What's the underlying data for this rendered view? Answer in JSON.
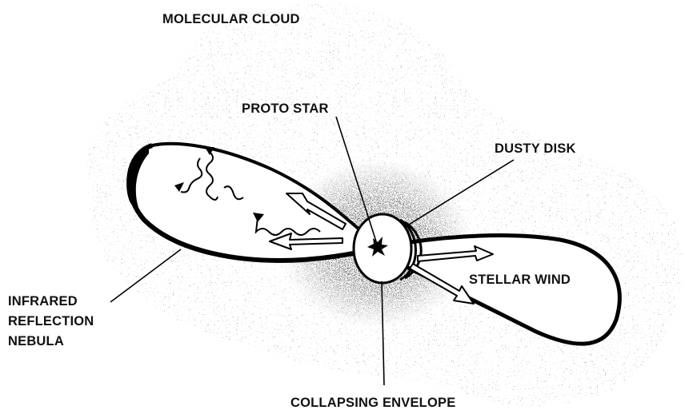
{
  "labels": {
    "molecular_cloud": "MOLECULAR CLOUD",
    "proto_star": "PROTO STAR",
    "dusty_disk": "DUSTY DISK",
    "stellar_wind": "STELLAR WIND",
    "infrared_line1": "INFRARED",
    "infrared_line2": "REFLECTION",
    "infrared_line3": "NEBULA",
    "collapsing_envelope": "COLLAPSING ENVELOPE"
  },
  "colors": {
    "ink": "#111111",
    "background": "#ffffff"
  }
}
